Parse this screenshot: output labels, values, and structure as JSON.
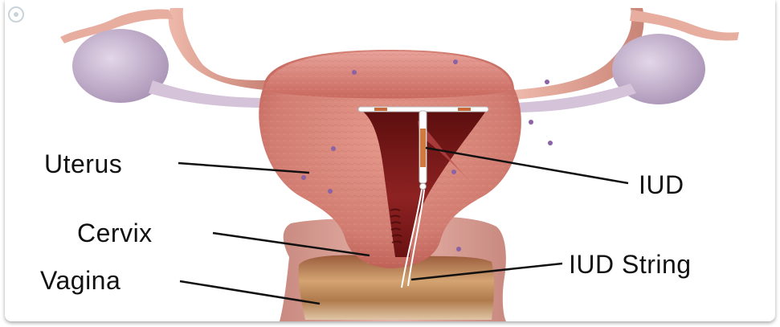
{
  "labels": {
    "uterus": "Uterus",
    "cervix": "Cervix",
    "vagina": "Vagina",
    "iud": "IUD",
    "iud_string": "IUD String"
  },
  "colors": {
    "tissue": "#d9837a",
    "tissue_dark": "#b8584f",
    "ovary": "#c7b3cf",
    "tube": "#e3a99b",
    "cavity": "#6e1414",
    "vagina": "#c79a6a",
    "iud": "#ffffff",
    "leader_line": "#111111"
  },
  "icons": {
    "logo": "top-doctors-logo-icon"
  }
}
